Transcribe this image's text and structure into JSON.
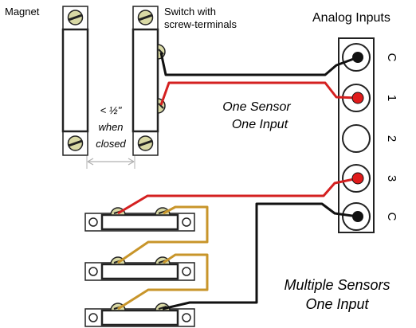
{
  "labels": {
    "magnet": "Magnet",
    "switch_line1": "Switch with",
    "switch_line2": "screw-terminals",
    "analog_inputs": "Analog Inputs",
    "gap_line1": "< ½\"",
    "gap_line2": "when",
    "gap_line3": "closed",
    "one_sensor_line1": "One Sensor",
    "one_sensor_line2": "One Input",
    "multi_line1": "Multiple Sensors",
    "multi_line2": "One Input"
  },
  "inputs": {
    "channels": [
      "C",
      "1",
      "2",
      "3",
      "C"
    ]
  },
  "colors": {
    "wire_black": "#111111",
    "wire_red": "#d42020",
    "wire_gold": "#c8952a",
    "dot_red": "#e01b1b",
    "screw_fill": "#d9d9a5",
    "outline": "#222222",
    "dim_line": "#b0b0b0"
  },
  "icons": {
    "screw": "screw-icon",
    "terminal": "terminal-icon",
    "mounting_hole": "mounting-hole-icon"
  }
}
